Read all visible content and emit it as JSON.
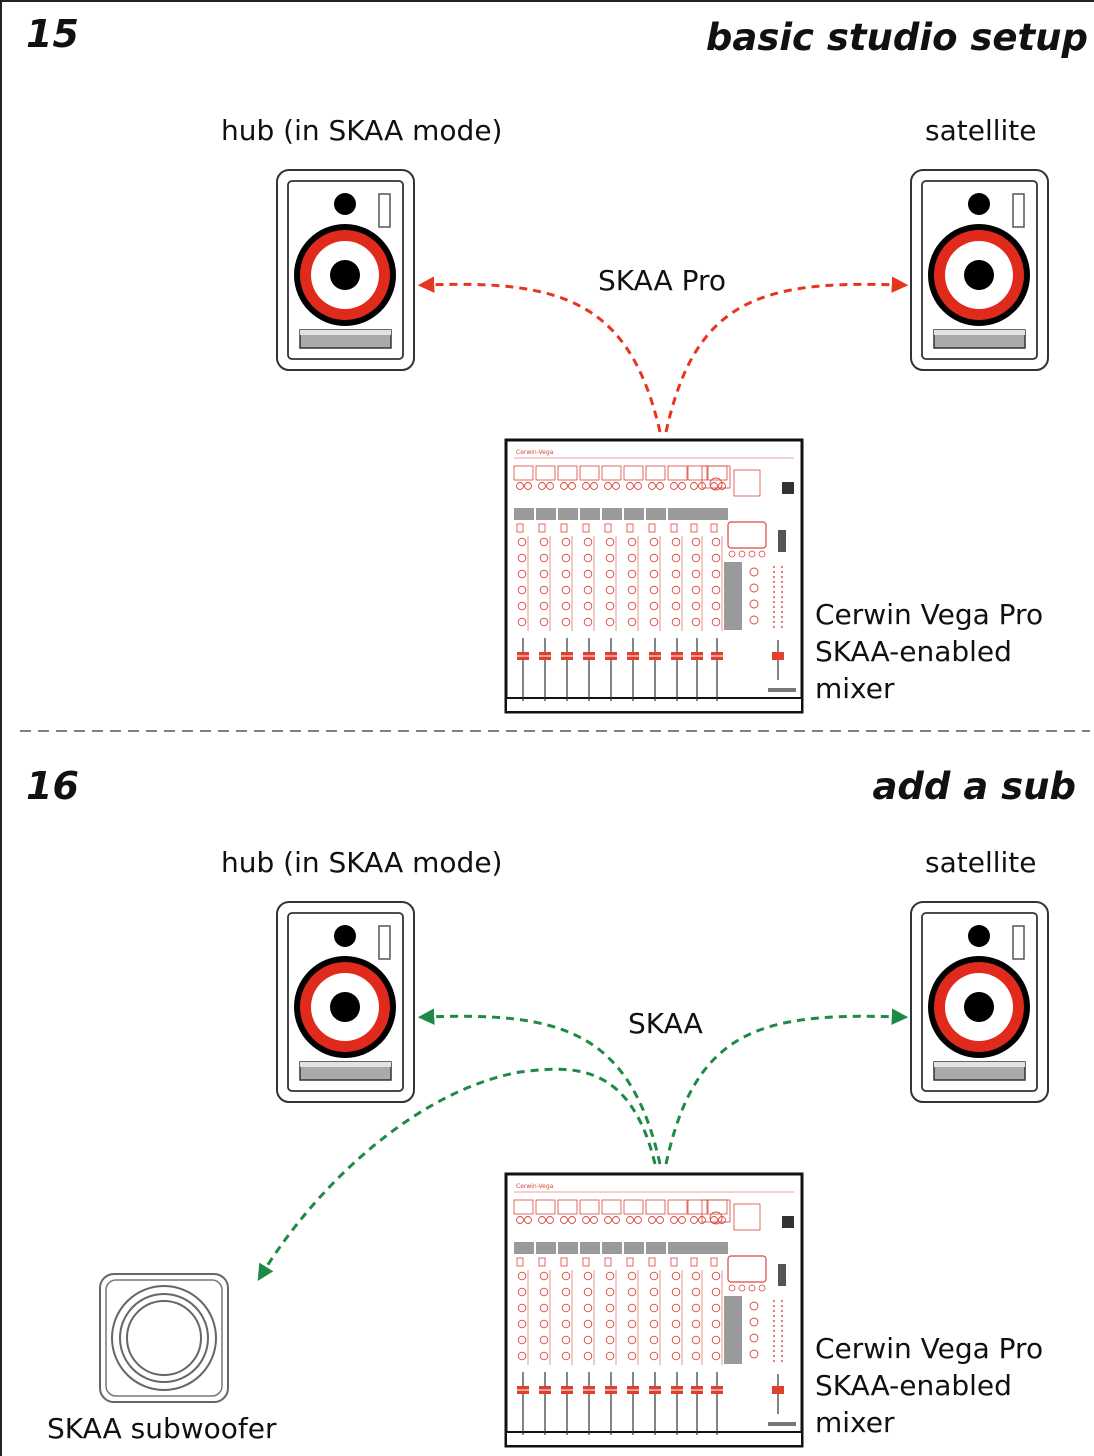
{
  "colors": {
    "skaa_pro_link": "#e8351f",
    "skaa_link": "#1e8a45",
    "speaker_red": "#e02a1c",
    "mixer_red": "#d9473c"
  },
  "panels": [
    {
      "number": "15",
      "title": "basic studio setup",
      "hub_label": "hub (in SKAA mode)",
      "satellite_label": "satellite",
      "link_label": "SKAA Pro",
      "mixer_label": [
        "Cerwin Vega Pro",
        "SKAA-enabled",
        "mixer"
      ]
    },
    {
      "number": "16",
      "title": "add a sub",
      "hub_label": "hub (in SKAA mode)",
      "satellite_label": "satellite",
      "link_label": "SKAA",
      "mixer_label": [
        "Cerwin Vega Pro",
        "SKAA-enabled",
        "mixer"
      ],
      "subwoofer_label": "SKAA subwoofer"
    }
  ]
}
